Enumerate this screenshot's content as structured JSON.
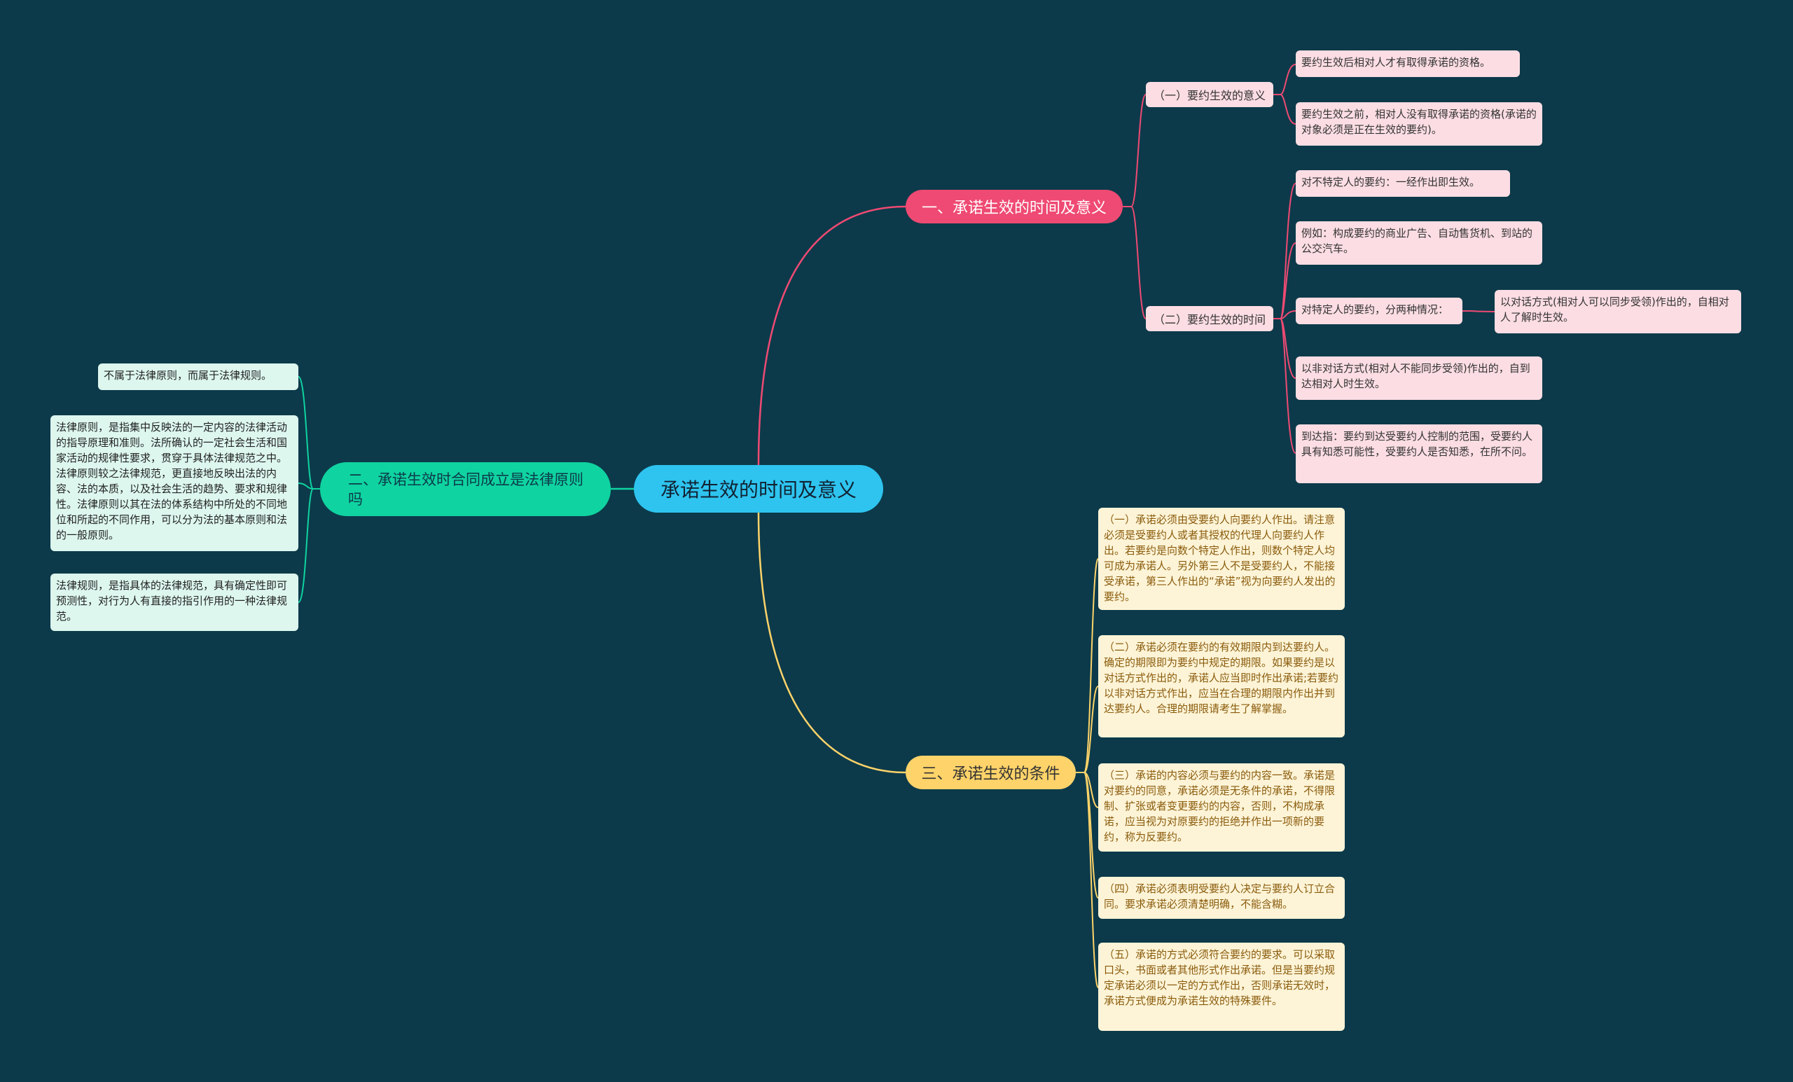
{
  "root": "承诺生效的时间及意义",
  "branch1": {
    "label": "一、承诺生效的时间及意义",
    "sub1": {
      "label": "（一）要约生效的意义",
      "leaves": [
        "要约生效后相对人才有取得承诺的资格。",
        "要约生效之前，相对人没有取得承诺的资格(承诺的对象必须是正在生效的要约)。"
      ]
    },
    "sub2": {
      "label": "（二）要约生效的时间",
      "leaves": [
        "对不特定人的要约：一经作出即生效。",
        "例如：构成要约的商业广告、自动售货机、到站的公交汽车。",
        "对特定人的要约，分两种情况：",
        "以非对话方式(相对人不能同步受领)作出的，自到达相对人时生效。",
        "到达指：要约到达受要约人控制的范围，受要约人具有知悉可能性，受要约人是否知悉，在所不问。"
      ],
      "grandchild": "以对话方式(相对人可以同步受领)作出的，自相对人了解时生效。"
    }
  },
  "branch2": {
    "label": "二、承诺生效时合同成立是法律原则吗",
    "leaves": [
      "不属于法律原则，而属于法律规则。",
      "法律原则，是指集中反映法的一定内容的法律活动的指导原理和准则。法所确认的一定社会生活和国家活动的规律性要求，贯穿于具体法律规范之中。法律原则较之法律规范，更直接地反映出法的内容、法的本质，以及社会生活的趋势、要求和规律性。法律原则以其在法的体系结构中所处的不同地位和所起的不同作用，可以分为法的基本原则和法的一般原则。",
      "法律规则，是指具体的法律规范，具有确定性即可预测性，对行为人有直接的指引作用的一种法律规范。"
    ]
  },
  "branch3": {
    "label": "三、承诺生效的条件",
    "leaves": [
      "（一）承诺必须由受要约人向要约人作出。请注意必须是受要约人或者其授权的代理人向要约人作出。若要约是向数个特定人作出，则数个特定人均可成为承诺人。另外第三人不是受要约人，不能接受承诺，第三人作出的“承诺”视为向要约人发出的要约。",
      "（二）承诺必须在要约的有效期限内到达要约人。确定的期限即为要约中规定的期限。如果要约是以对话方式作出的，承诺人应当即时作出承诺;若要约以非对话方式作出，应当在合理的期限内作出并到达要约人。合理的期限请考生了解掌握。",
      "（三）承诺的内容必须与要约的内容一致。承诺是对要约的同意，承诺必须是无条件的承诺，不得限制、扩张或者变更要约的内容，否则，不构成承诺，应当视为对原要约的拒绝并作出一项新的要约，称为反要约。",
      "（四）承诺必须表明受要约人决定与要约人订立合同。要求承诺必须清楚明确，不能含糊。",
      "（五）承诺的方式必须符合要约的要求。可以采取口头，书面或者其他形式作出承诺。但是当要约规定承诺必须以一定的方式作出，否则承诺无效时，承诺方式便成为承诺生效的特殊要件。"
    ]
  },
  "colors": {
    "background": "#0c3a4a",
    "pink": "#ef4a73",
    "green": "#0fd3a0",
    "yellow": "#fdd36a",
    "blue": "#2ec4ef"
  }
}
